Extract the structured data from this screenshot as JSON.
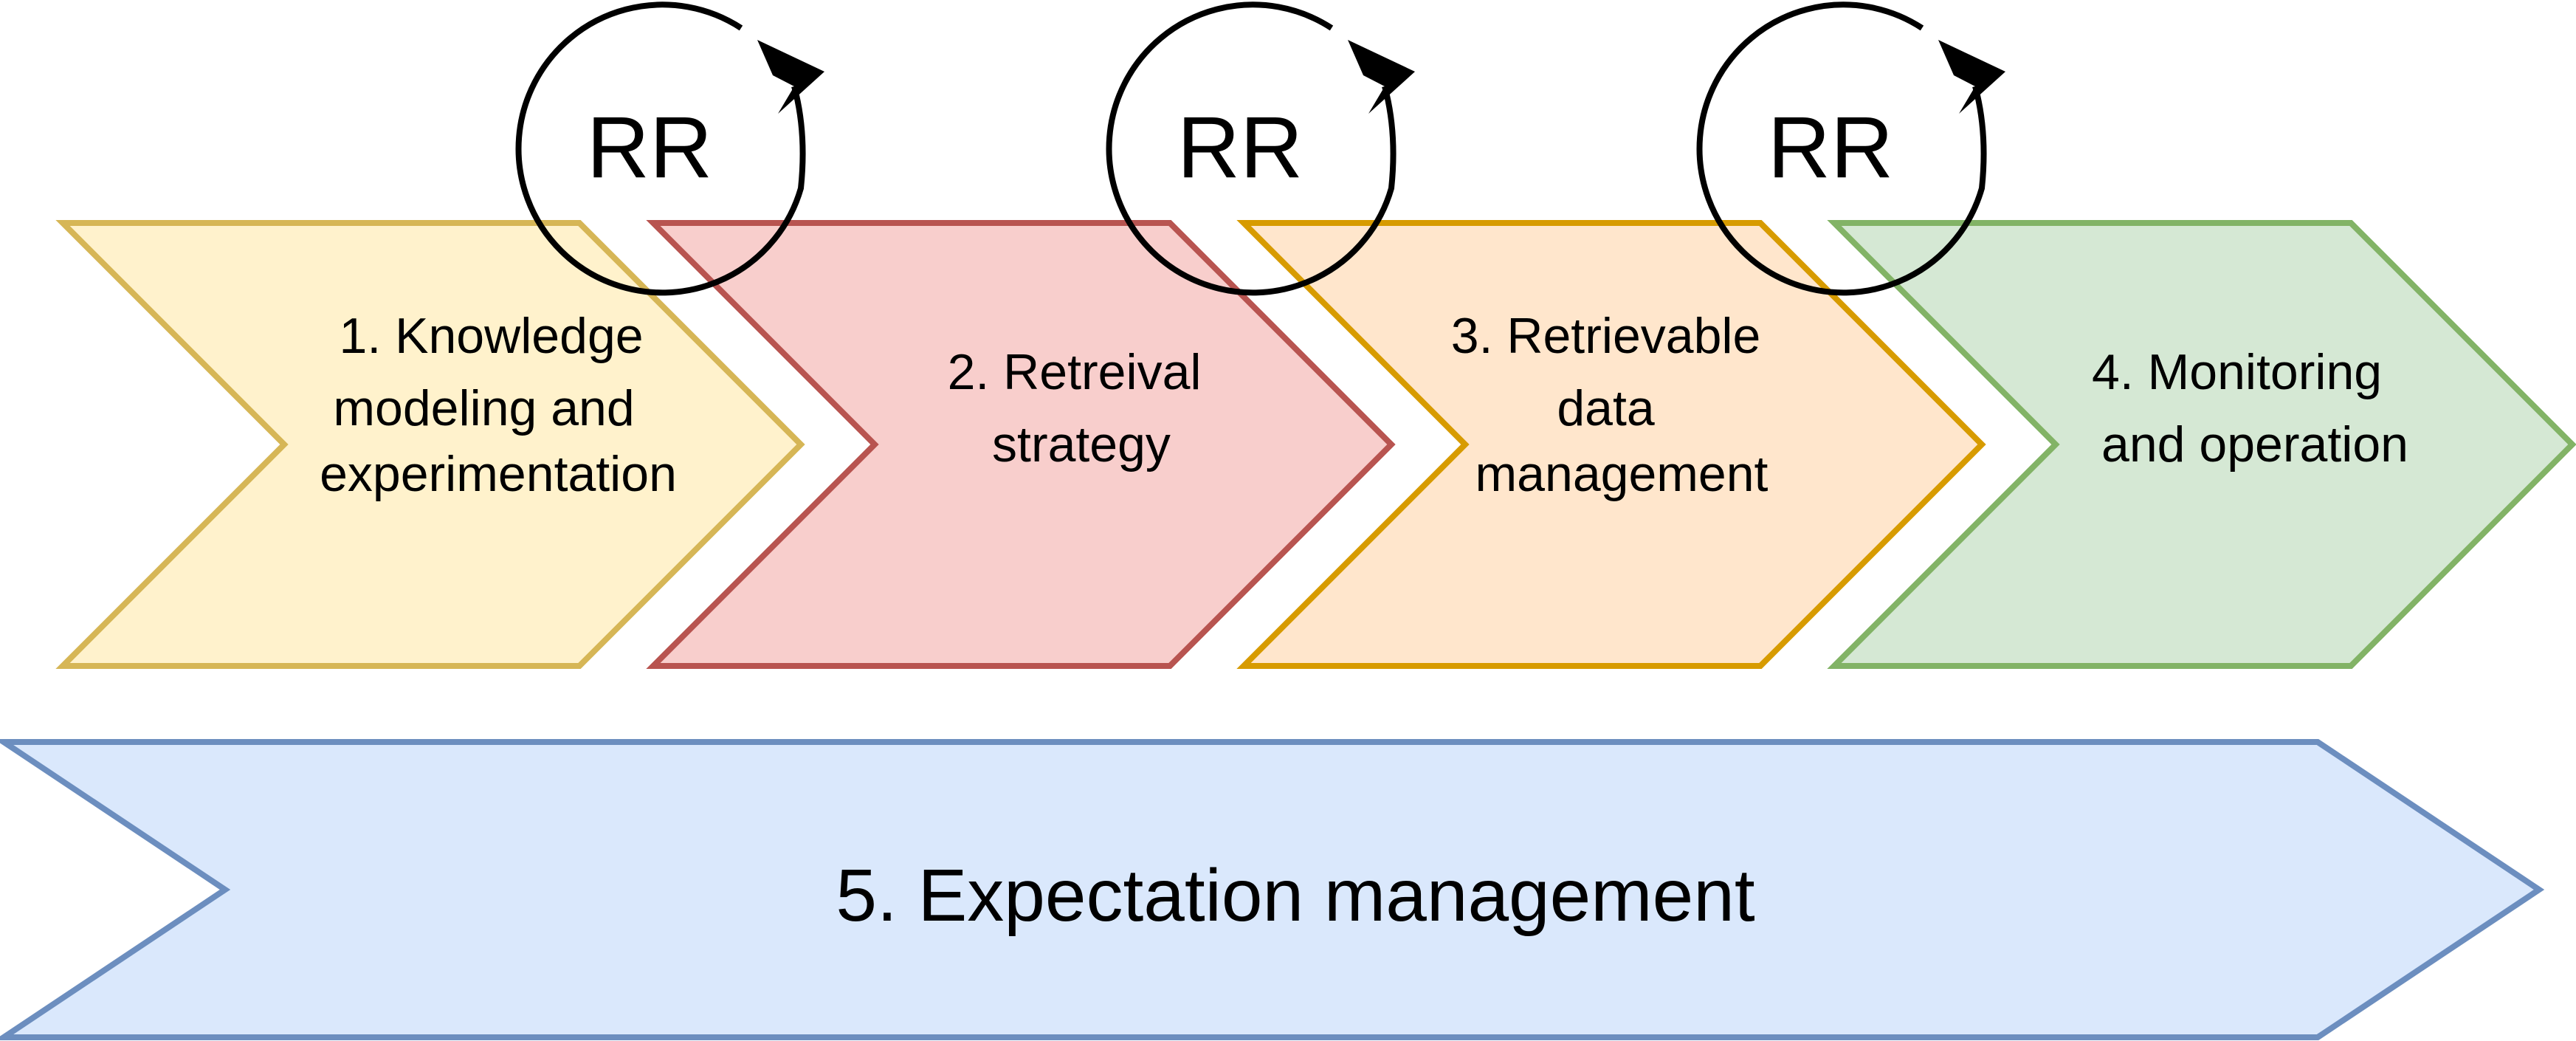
{
  "steps": [
    {
      "lines": [
        "1. Knowledge",
        "modeling and",
        "experimentation"
      ],
      "fill": "#fff2cc",
      "stroke": "#d6b656"
    },
    {
      "lines": [
        "2. Retreival",
        "strategy"
      ],
      "fill": "#f8cecc",
      "stroke": "#b85450"
    },
    {
      "lines": [
        "3. Retrievable",
        "data",
        "management"
      ],
      "fill": "#ffe6cc",
      "stroke": "#d79b00"
    },
    {
      "lines": [
        "4. Monitoring",
        "and operation"
      ],
      "fill": "#d5e8d4",
      "stroke": "#82b366"
    }
  ],
  "final_step": {
    "label": "5. Expectation management",
    "fill": "#dae8fc",
    "stroke": "#6c8ebf"
  },
  "loops": [
    {
      "label": "RR"
    },
    {
      "label": "RR"
    },
    {
      "label": "RR"
    }
  ]
}
